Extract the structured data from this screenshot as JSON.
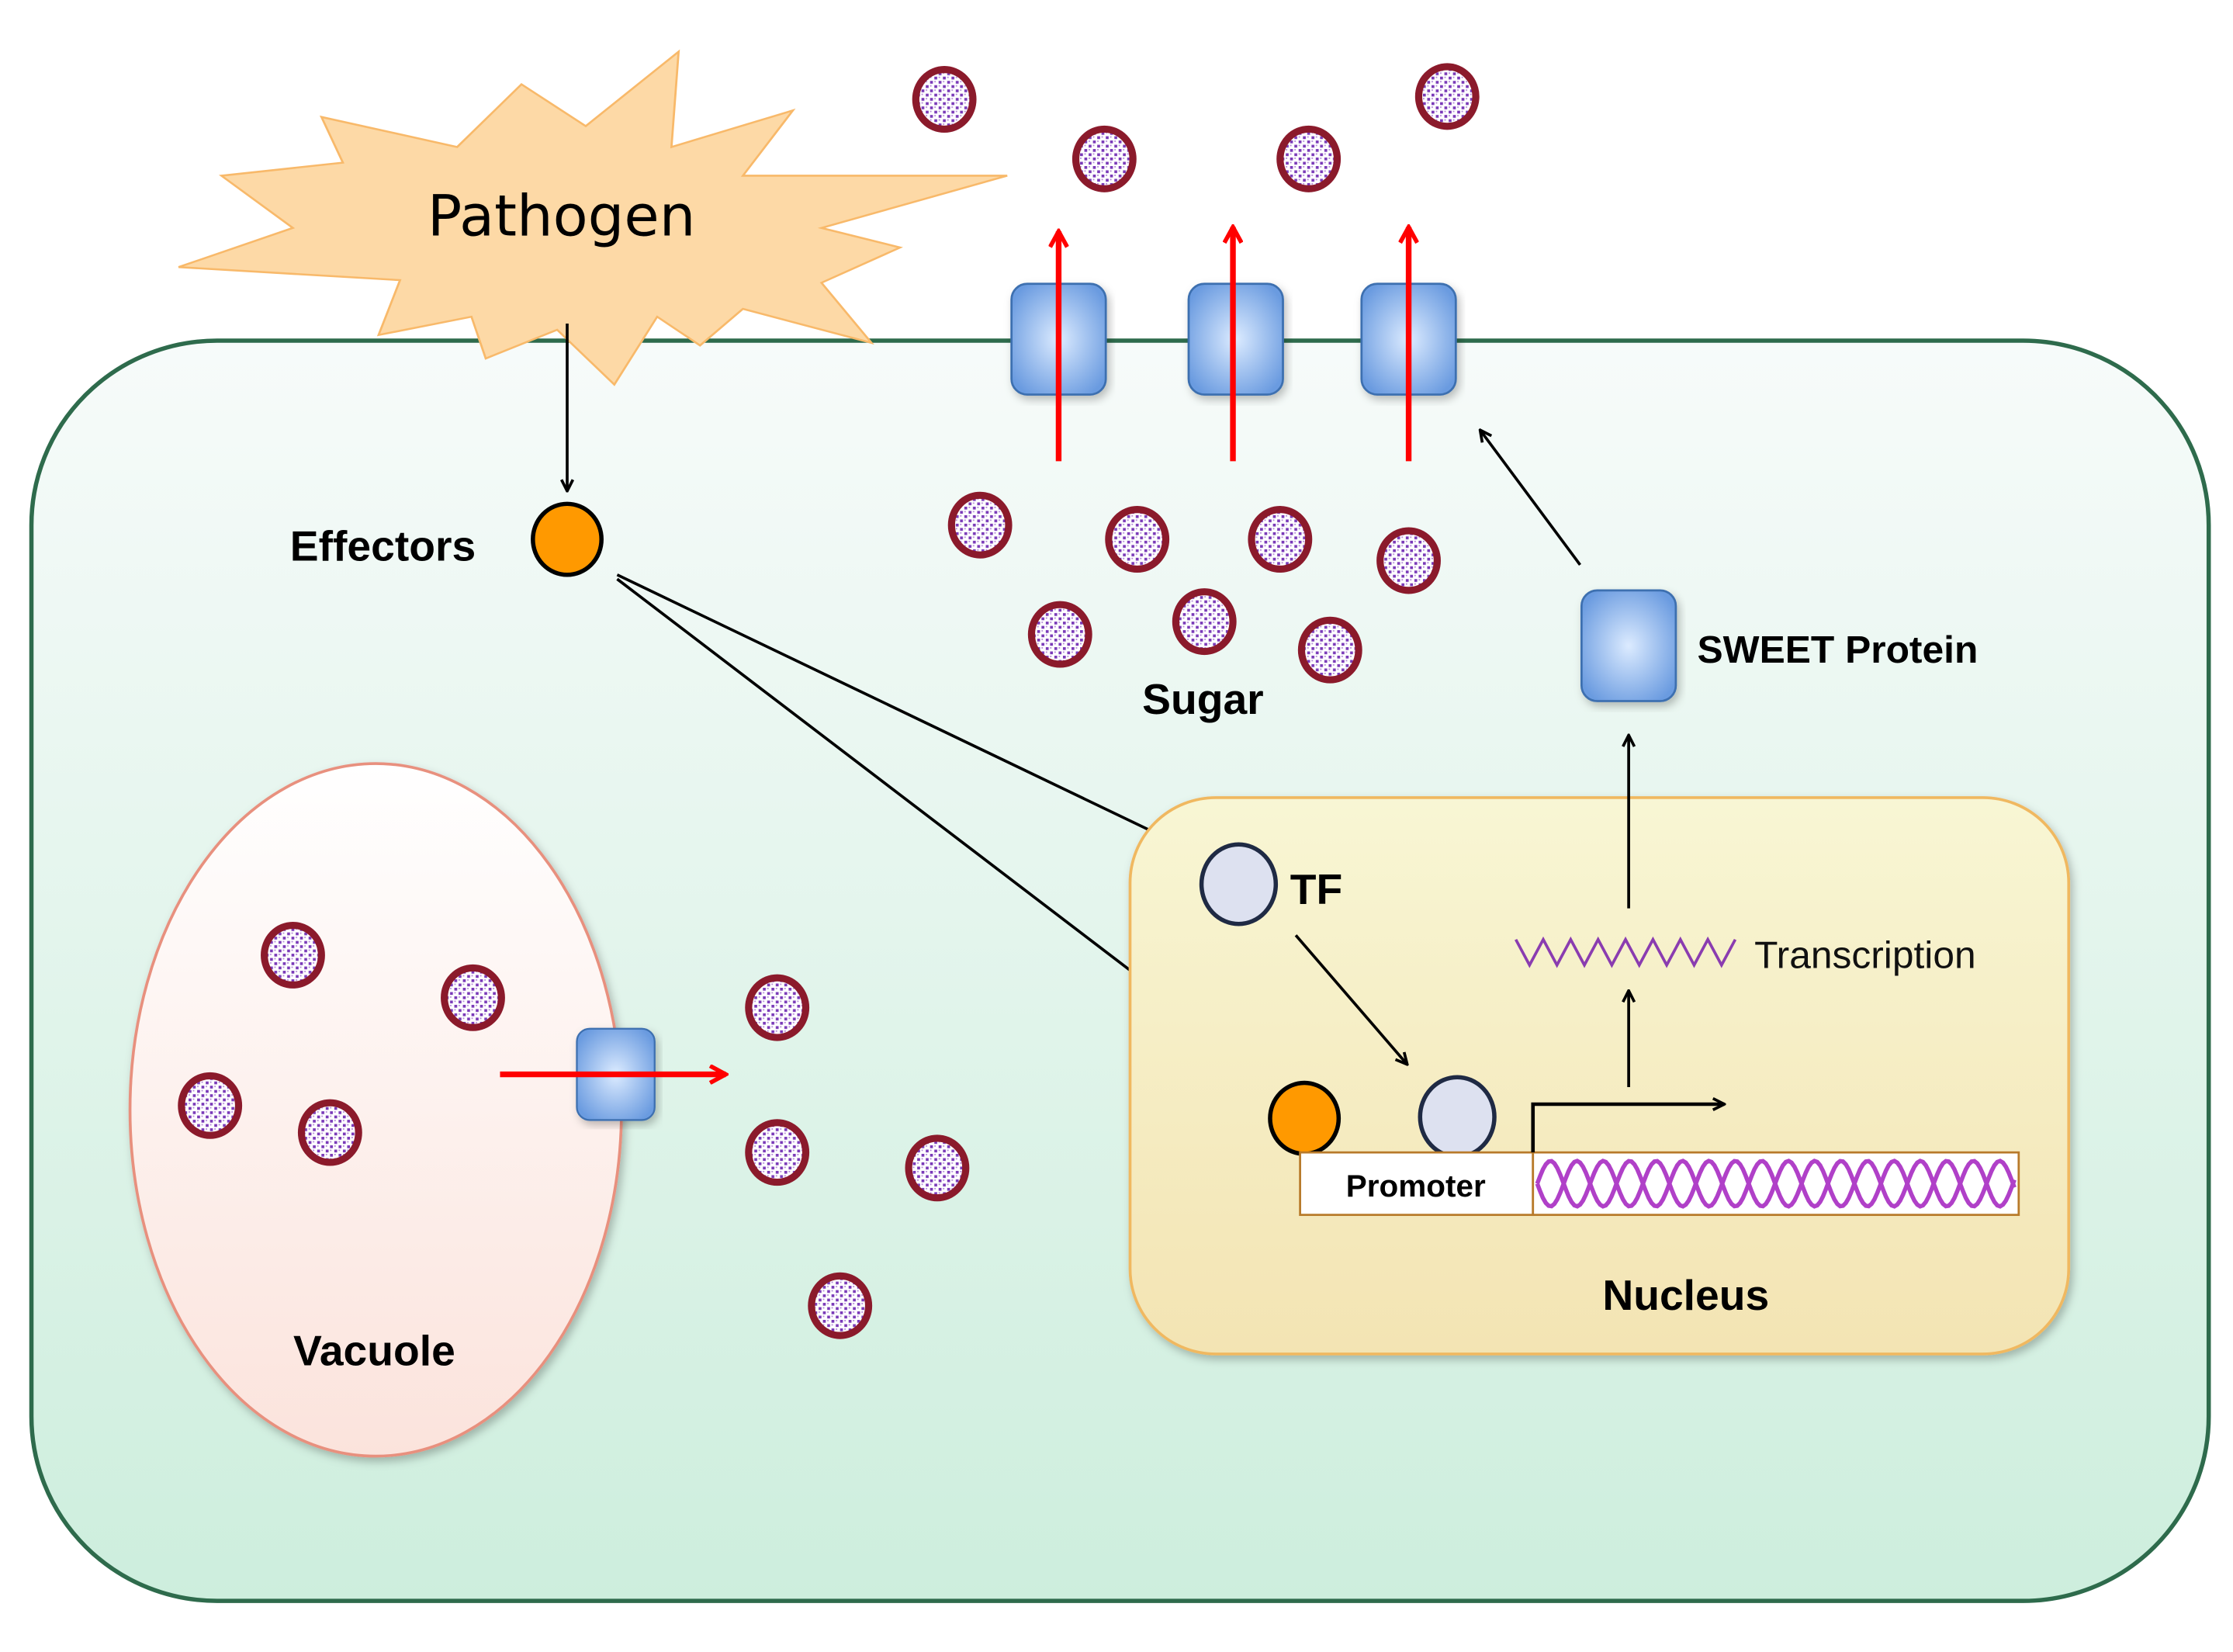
{
  "title": "Pathogen effector-induced SWEET sugar efflux",
  "labels": {
    "pathogen": "Pathogen",
    "effectors": "Effectors",
    "sugar": "Sugar",
    "sweet_protein": "SWEET Protein",
    "tf": "TF",
    "transcription": "Transcription",
    "promoter": "Promoter",
    "nucleus": "Nucleus",
    "vacuole": "Vacuole"
  },
  "colors": {
    "cell_membrane": "#2e6b4c",
    "cytoplasm": "#d4efe2",
    "pathogen_fill": "#fdd9a6",
    "pathogen_stroke": "#f8b96a",
    "effector": "#ff9900",
    "tf": "#dde1f0",
    "sugar_ring": "#8b1a2b",
    "sugar_dots": "#7a3ab8",
    "transporter": "#6a9be0",
    "flux_arrow": "#ff0000",
    "nucleus_fill": "#f8f3cf",
    "nucleus_stroke": "#f0b860",
    "vacuole_fill": "#fdeae6",
    "vacuole_stroke": "#e8907e",
    "mrna": "#8a3cb0",
    "dna": "#b040c8"
  },
  "elements": {
    "sugars_extracellular_count": 4,
    "sugars_cytoplasm_count": 7,
    "sugars_vacuole_count": 4,
    "sugars_released_from_vacuole_count": 4,
    "membrane_sweet_transporters_count": 3
  }
}
